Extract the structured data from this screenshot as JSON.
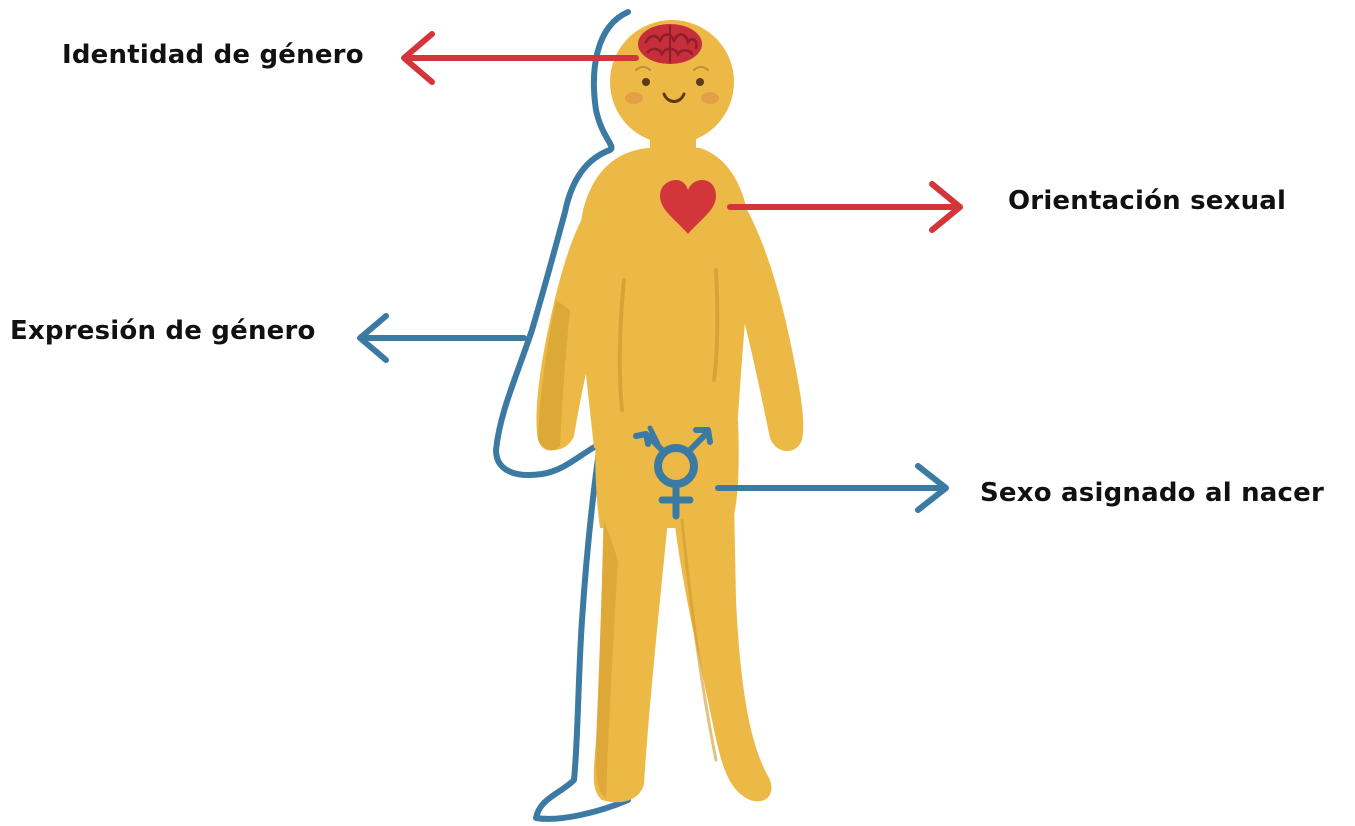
{
  "labels": {
    "gender_identity": "Identidad de género",
    "sexual_orientation": "Orientación sexual",
    "gender_expression": "Expresión de género",
    "assigned_sex": "Sexo asignado al nacer"
  },
  "colors": {
    "body": "#ECB947",
    "body_shadow": "#D09A2C",
    "red_accent": "#D3363A",
    "blue_accent": "#3B7AA2",
    "text": "#111111"
  },
  "icons": {
    "head": "brain-icon",
    "chest": "heart-icon",
    "groin": "transgender-symbol-icon",
    "outline": "body-outline"
  }
}
